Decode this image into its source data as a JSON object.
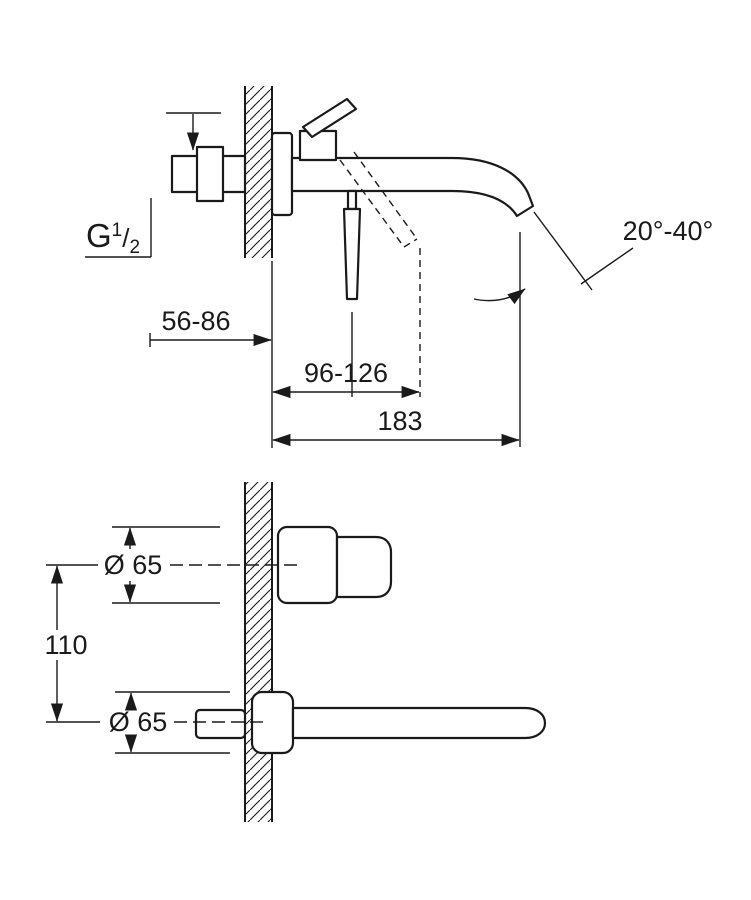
{
  "drawing": {
    "background_color": "#ffffff",
    "line_color": "#1a1a1a",
    "labels": {
      "thread": {
        "prefix": "G",
        "numerator": "1",
        "slash": "/",
        "denominator": "2"
      },
      "depth_range": "56-86",
      "lever_projection_range": "96-126",
      "spout_projection": "183",
      "spout_angle_range": "20°-40°",
      "handle_trim_diameter": "Ø 65",
      "spout_trim_diameter": "Ø 65",
      "center_distance": "110"
    }
  }
}
